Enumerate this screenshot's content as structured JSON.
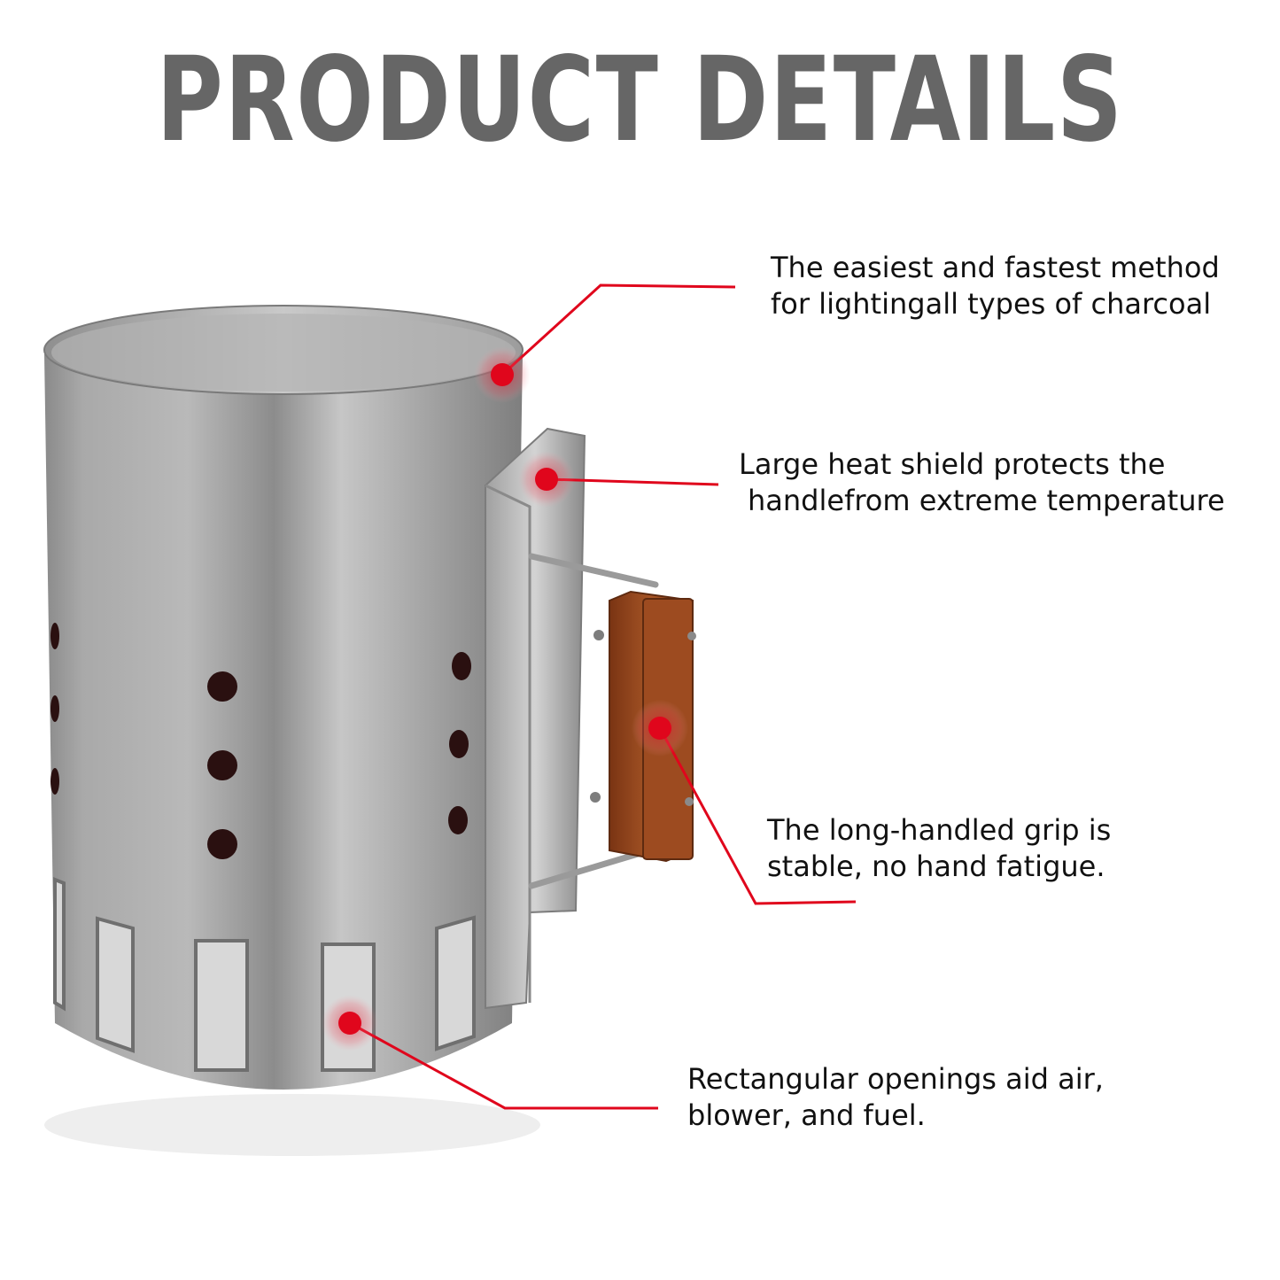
{
  "title": "PRODUCT DETAILS",
  "colors": {
    "title": "#666666",
    "accent": "#e0061c",
    "metal": "#9a9a9a",
    "wood": "#9b4a1f"
  },
  "illustration": {
    "name": "chimney-charcoal-starter",
    "parts": [
      "steel-cylinder",
      "heat-shield",
      "wire-bracket",
      "wooden-handle",
      "vent-holes",
      "rectangular-openings"
    ]
  },
  "callouts": [
    {
      "id": "top-rim",
      "lines": [
        "The easiest and fastest method",
        "for lightingall types of charcoal"
      ]
    },
    {
      "id": "heat-shield",
      "lines": [
        "Large heat shield protects the",
        "handlefrom extreme temperature"
      ]
    },
    {
      "id": "handle",
      "lines": [
        "The long-handled grip is",
        "stable, no hand fatigue."
      ]
    },
    {
      "id": "openings",
      "lines": [
        "Rectangular openings aid air,",
        "blower, and fuel."
      ]
    }
  ]
}
